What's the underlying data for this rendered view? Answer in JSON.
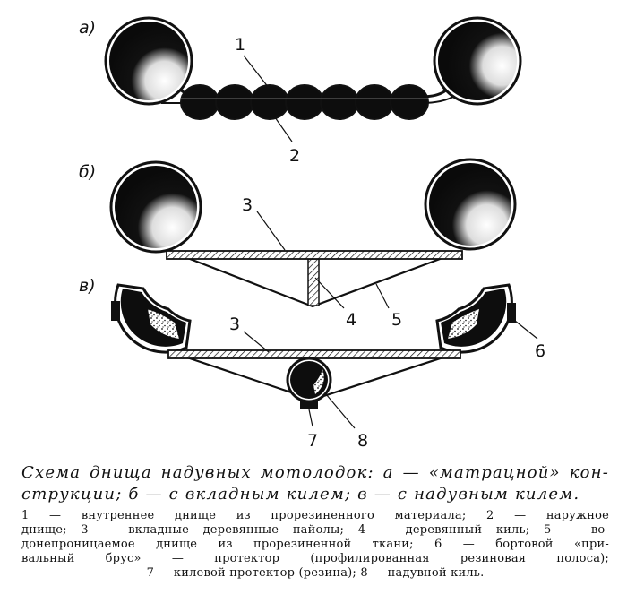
{
  "labels": {
    "a": "а)",
    "b": "б)",
    "v": "в)",
    "n1": "1",
    "n2": "2",
    "n3": "3",
    "n3b": "3",
    "n4": "4",
    "n5": "5",
    "n6": "6",
    "n7": "7",
    "n8": "8"
  },
  "caption": {
    "title_line1": "Схема днища надувных мотолодок: а — «матрацной» кон-",
    "title_line2": "струкции; б — с вкладным килем; в — с надувным килем.",
    "legend_lines": [
      "1 — внутреннее днище из прорезиненного материала; 2 — наружное",
      "днище; 3 — вкладные деревянные пайолы; 4 — деревянный киль; 5 — во-",
      "донепроницаемое днище из прорезиненной ткани; 6 — бортовой «при-",
      "вальный брус» — протектор (профилированная резиновая полоса);",
      "7 — килевой протектор (резина); 8 — надувной киль."
    ]
  },
  "colors": {
    "ink": "#111111",
    "paper": "#ffffff"
  }
}
